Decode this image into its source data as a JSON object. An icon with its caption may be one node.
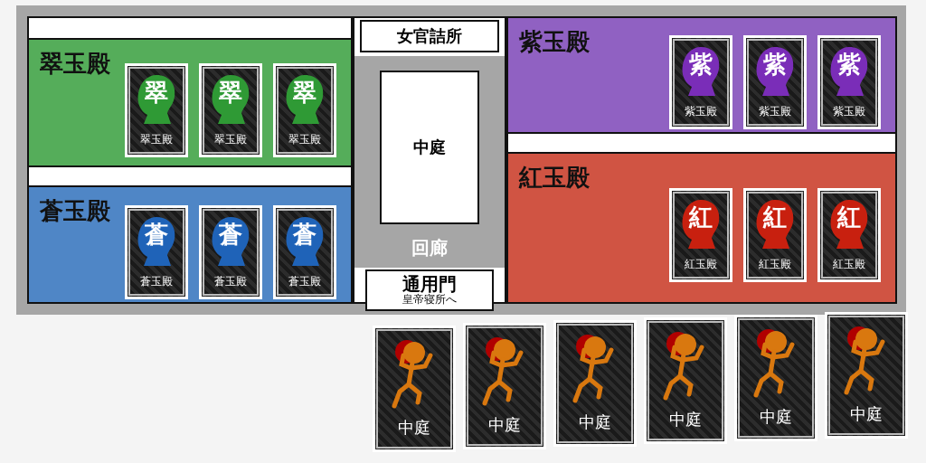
{
  "diagram": {
    "nodes": [
      {
        "text": [
          "翠玉殿"
        ]
      },
      {
        "text": [
          "翠",
          "翠玉殿"
        ],
        "in": 0
      },
      {
        "text": [
          "翠",
          "翠玉殿"
        ],
        "in": 0
      },
      {
        "text": [
          "翠",
          "翠玉殿"
        ],
        "in": 0
      },
      {
        "text": [
          "女官詰所"
        ]
      },
      {
        "text": [
          "紫玉殿"
        ]
      },
      {
        "text": [
          "紫",
          "紫玉殿"
        ],
        "in": 5
      },
      {
        "text": [
          "紫",
          "紫玉殿"
        ],
        "in": 5
      },
      {
        "text": [
          "紫",
          "紫玉殿"
        ],
        "in": 5
      },
      {
        "text": [
          "蒼玉殿"
        ]
      },
      {
        "text": [
          "蒼",
          "蒼玉殿"
        ],
        "in": 9
      },
      {
        "text": [
          "蒼",
          "蒼玉殿"
        ],
        "in": 9
      },
      {
        "text": [
          "蒼",
          "蒼玉殿"
        ],
        "in": 9
      },
      {
        "text": [
          "回廊"
        ]
      },
      {
        "text": [
          "中庭"
        ],
        "in": 13
      },
      {
        "text": [
          "紅玉殿"
        ]
      },
      {
        "text": [
          "紅",
          "紅玉殿"
        ],
        "in": 15
      },
      {
        "text": [
          "紅",
          "紅玉殿"
        ],
        "in": 15
      },
      {
        "text": [
          "紅",
          "紅玉殿"
        ],
        "in": 15
      },
      {
        "text": [
          "通用門",
          "皇帝寝所へ"
        ]
      },
      {
        "text": [
          "中庭"
        ]
      },
      {
        "text": [
          "中庭"
        ]
      },
      {
        "text": [
          "中庭"
        ]
      },
      {
        "text": [
          "中庭"
        ]
      },
      {
        "text": [
          "中庭"
        ]
      },
      {
        "text": [
          "中庭"
        ]
      }
    ]
  }
}
